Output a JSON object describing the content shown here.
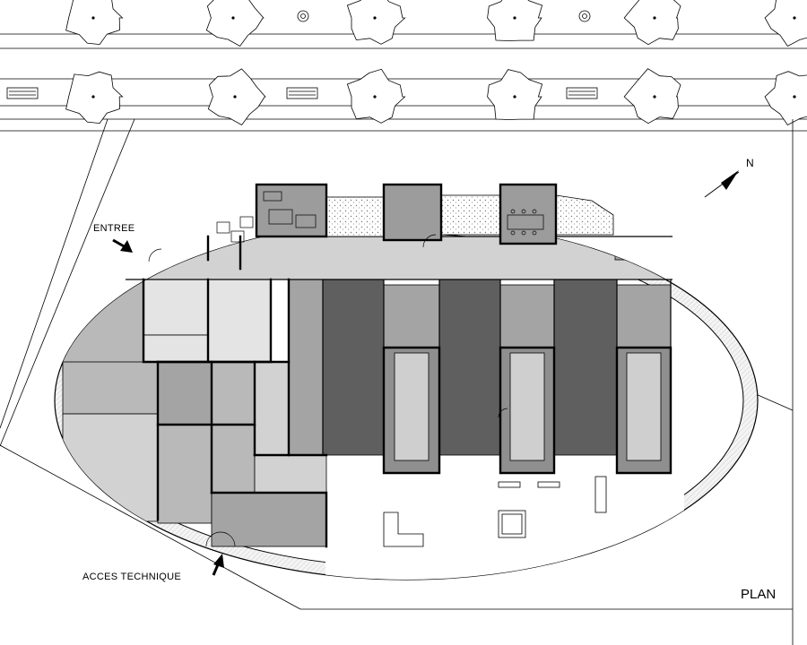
{
  "labels": {
    "entrance": "ENTREE",
    "technical_access": "ACCES TECHNIQUE",
    "title": "PLAN",
    "north": "N"
  },
  "colors": {
    "background": "#ffffff",
    "line": "#000000",
    "shell_hatch": "#e9e9e9",
    "corridor_light": "#d2d2d2",
    "room_pale": "#e4e4e4",
    "room_mid": "#b9b9b9",
    "room_medium": "#a4a4a4",
    "room_dark": "#5f5f5f",
    "pavilion": "#9c9c9c"
  }
}
